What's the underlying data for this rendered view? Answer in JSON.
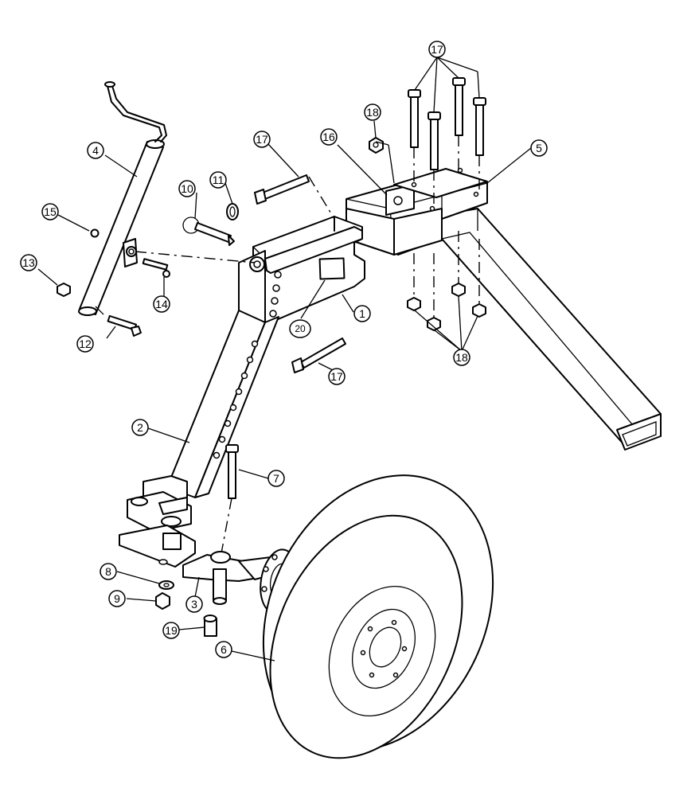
{
  "diagram": {
    "callouts": {
      "c1": "1",
      "c2": "2",
      "c3": "3",
      "c4": "4",
      "c5": "5",
      "c6": "6",
      "c7": "7",
      "c8": "8",
      "c9": "9",
      "c10": "10",
      "c11": "11",
      "c12": "12",
      "c13": "13",
      "c14": "14",
      "c15": "15",
      "c16": "16",
      "c17a": "17",
      "c17b": "17",
      "c17c": "17",
      "c18a": "18",
      "c18b": "18",
      "c19": "19",
      "c20": "20"
    }
  }
}
